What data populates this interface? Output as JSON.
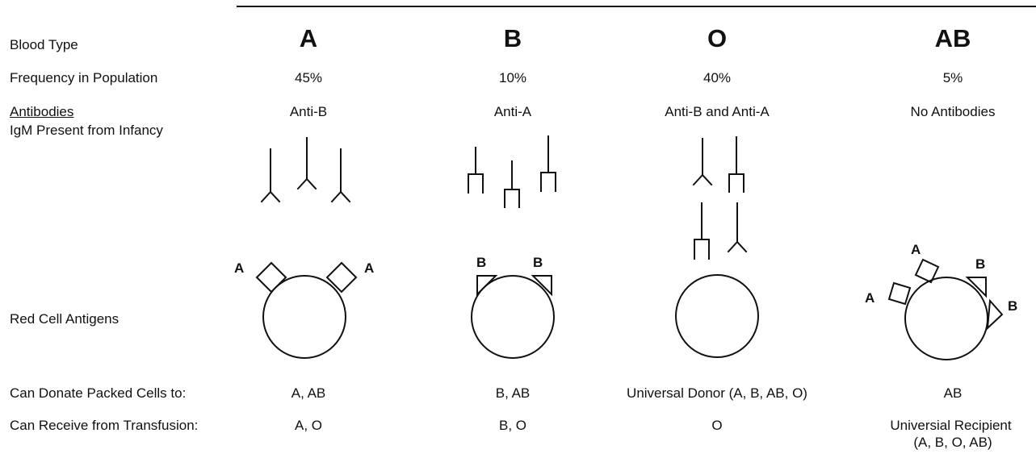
{
  "row_labels": {
    "blood_type": "Blood Type",
    "frequency": "Frequency in Population",
    "antibodies": "Antibodies",
    "antibodies_sub": "IgM Present from Infancy",
    "antigens": "Red Cell Antigens",
    "donate": "Can Donate Packed Cells to:",
    "receive": "Can Receive from Transfusion:"
  },
  "columns": [
    {
      "type": "A",
      "frequency": "45%",
      "antibodies": "Anti-B",
      "donate": "A, AB",
      "receive": "A, O",
      "receive_2": ""
    },
    {
      "type": "B",
      "frequency": "10%",
      "antibodies": "Anti-A",
      "donate": "B, AB",
      "receive": "B, O",
      "receive_2": ""
    },
    {
      "type": "O",
      "frequency": "40%",
      "antibodies": "Anti-B and Anti-A",
      "donate": "Universal Donor (A, B, AB, O)",
      "receive": "O",
      "receive_2": ""
    },
    {
      "type": "AB",
      "frequency": "5%",
      "antibodies": "No Antibodies",
      "donate": "AB",
      "receive": "Universial Recipient",
      "receive_2": "(A, B, O, AB)"
    }
  ],
  "antigen_labels": {
    "a": "A",
    "b": "B"
  }
}
